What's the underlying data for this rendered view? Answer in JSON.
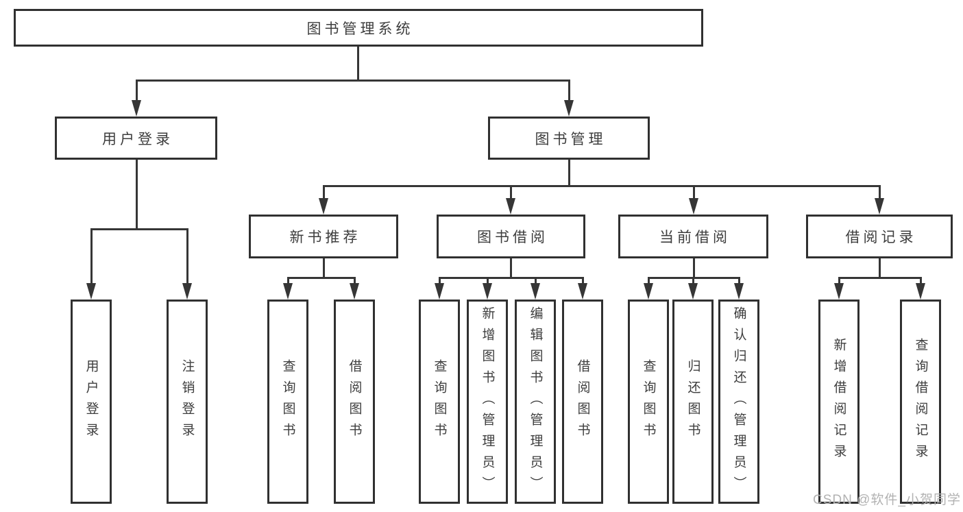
{
  "tree": {
    "label": "图书管理系统",
    "children": [
      {
        "label": "用户登录",
        "children": [
          {
            "label": "用户登录"
          },
          {
            "label": "注销登录"
          }
        ]
      },
      {
        "label": "图书管理",
        "children": [
          {
            "label": "新书推荐",
            "children": [
              {
                "label": "查询图书"
              },
              {
                "label": "借阅图书"
              }
            ]
          },
          {
            "label": "图书借阅",
            "children": [
              {
                "label": "查询图书"
              },
              {
                "label": "新增图书（管理员）"
              },
              {
                "label": "编辑图书（管理员）"
              },
              {
                "label": "借阅图书"
              }
            ]
          },
          {
            "label": "当前借阅",
            "children": [
              {
                "label": "查询图书"
              },
              {
                "label": "归还图书"
              },
              {
                "label": "确认归还（管理员）"
              }
            ]
          },
          {
            "label": "借阅记录",
            "children": [
              {
                "label": "新增借阅记录"
              },
              {
                "label": "查询借阅记录"
              }
            ]
          }
        ]
      }
    ]
  },
  "watermark": "CSDN @软件_小贺同学",
  "colors": {
    "line": "#363636",
    "border": "#303030",
    "text": "#3d3d3d",
    "watermark_text": "#b2b2b2",
    "background": "#ffffff"
  }
}
